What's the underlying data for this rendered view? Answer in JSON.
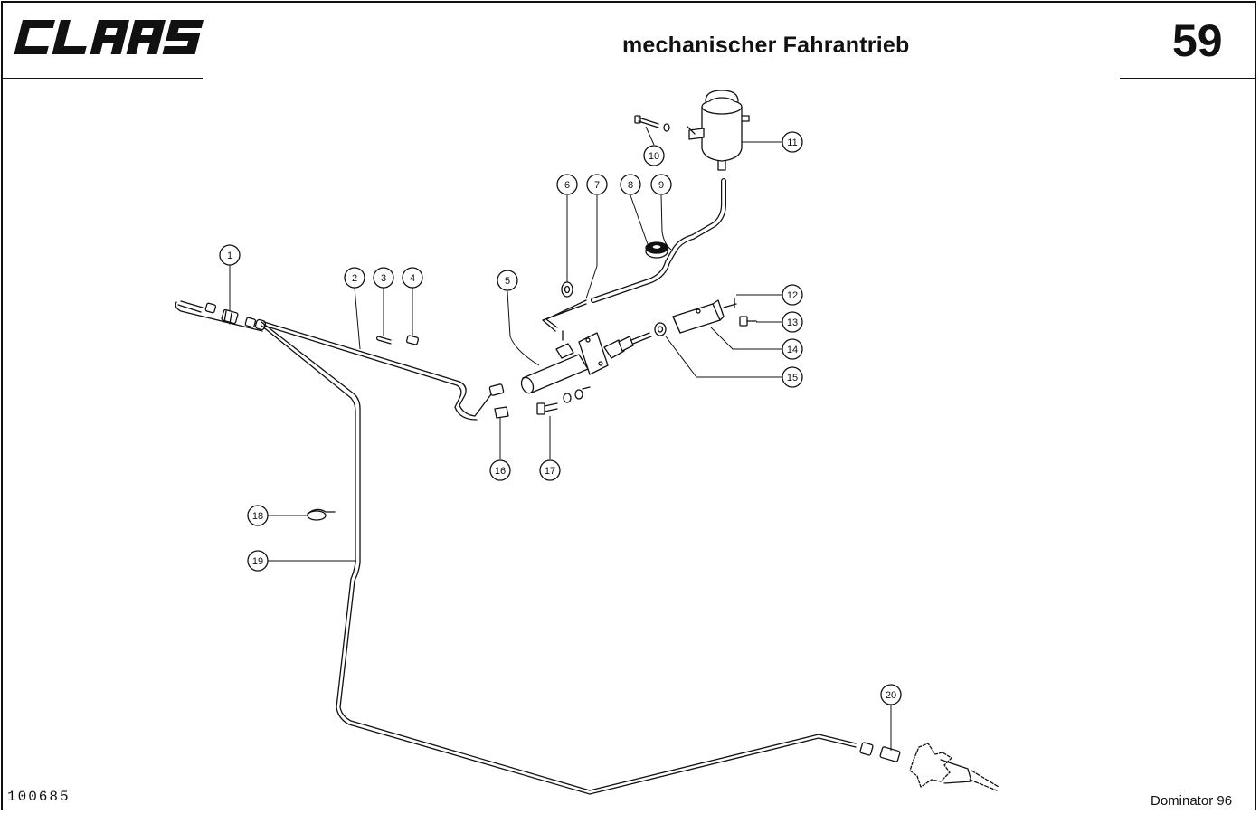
{
  "header": {
    "brand": "CLAAS",
    "title": "mechanischer Fahrantrieb",
    "page_number": "59"
  },
  "footer": {
    "drawing_number": "100685",
    "model": "Dominator 96"
  },
  "callouts": [
    {
      "id": "1",
      "label": "1"
    },
    {
      "id": "2",
      "label": "2"
    },
    {
      "id": "3",
      "label": "3"
    },
    {
      "id": "4",
      "label": "4"
    },
    {
      "id": "5",
      "label": "5"
    },
    {
      "id": "6",
      "label": "6"
    },
    {
      "id": "7",
      "label": "7"
    },
    {
      "id": "8",
      "label": "8"
    },
    {
      "id": "9",
      "label": "9"
    },
    {
      "id": "10",
      "label": "10"
    },
    {
      "id": "11",
      "label": "11"
    },
    {
      "id": "12",
      "label": "12"
    },
    {
      "id": "13",
      "label": "13"
    },
    {
      "id": "14",
      "label": "14"
    },
    {
      "id": "15",
      "label": "15"
    },
    {
      "id": "16",
      "label": "16"
    },
    {
      "id": "17",
      "label": "17"
    },
    {
      "id": "18",
      "label": "18"
    },
    {
      "id": "19",
      "label": "19"
    },
    {
      "id": "20",
      "label": "20"
    }
  ]
}
